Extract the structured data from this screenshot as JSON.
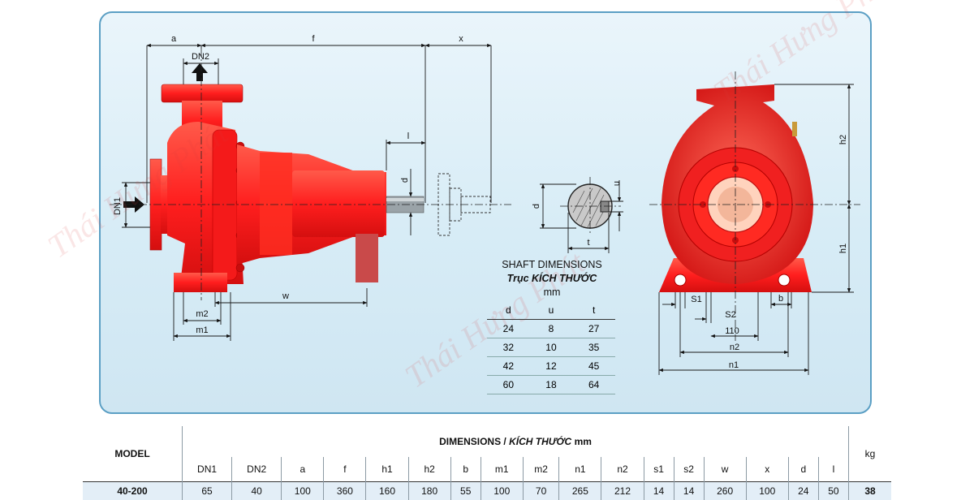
{
  "front_view": {
    "labels": {
      "a": "a",
      "f": "f",
      "x": "x",
      "dn2": "DN2",
      "dn1": "DN1",
      "l": "l",
      "d": "d",
      "w": "w",
      "m2": "m2",
      "m1": "m1"
    }
  },
  "shaft_view": {
    "labels": {
      "d": "d",
      "u": "u",
      "t": "t"
    }
  },
  "side_view": {
    "labels": {
      "h2": "h2",
      "h1": "h1",
      "s1": "S1",
      "s2": "S2",
      "b": "b",
      "v110": "110",
      "n2": "n2",
      "n1": "n1"
    }
  },
  "shaft_dimensions": {
    "title": "SHAFT DIMENSIONS",
    "subtitle": "Trục KÍCH THƯỚC",
    "unit": "mm",
    "headers": [
      "d",
      "u",
      "t"
    ],
    "rows": [
      [
        "24",
        "8",
        "27"
      ],
      [
        "32",
        "10",
        "35"
      ],
      [
        "42",
        "12",
        "45"
      ],
      [
        "60",
        "18",
        "64"
      ]
    ]
  },
  "dimensions_table": {
    "model_header": "MODEL",
    "dim_header": "DIMENSIONS /",
    "dim_header_vn": "KÍCH THƯỚC",
    "dim_unit": "mm",
    "weight_header": "kg",
    "columns": [
      "DN1",
      "DN2",
      "a",
      "f",
      "h1",
      "h2",
      "b",
      "m1",
      "m2",
      "n1",
      "n2",
      "s1",
      "s2",
      "w",
      "x",
      "d",
      "l"
    ],
    "row": {
      "model": "40-200",
      "values": [
        "65",
        "40",
        "100",
        "360",
        "160",
        "180",
        "55",
        "100",
        "70",
        "265",
        "212",
        "14",
        "14",
        "260",
        "100",
        "24",
        "50"
      ],
      "weight": "38"
    }
  },
  "watermark": "Thái Hưng Phát",
  "colors": {
    "pump_red": "#ff2a2a",
    "panel_border": "#5b9fc4",
    "panel_bg": "#dcedf6"
  }
}
